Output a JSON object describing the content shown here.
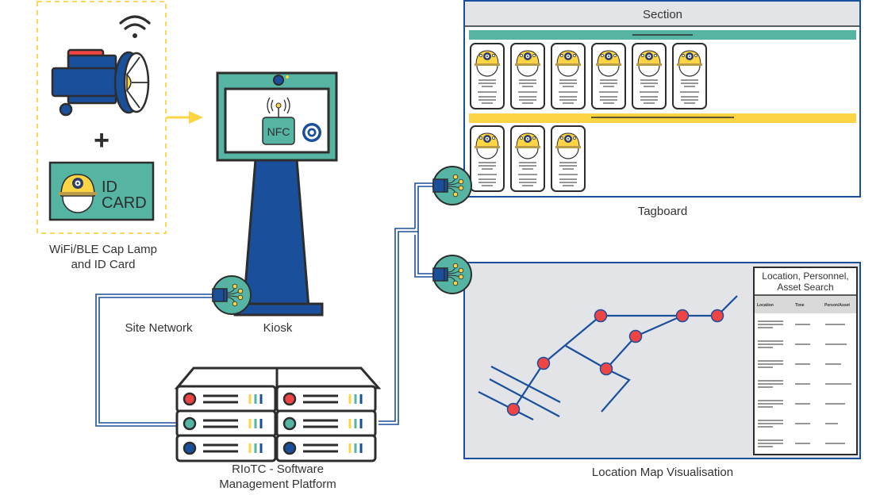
{
  "colors": {
    "blue": "#1a4f9c",
    "teal": "#55b4a2",
    "yellow": "#fdd444",
    "red": "#ef4444",
    "outline": "#2d2d2d",
    "panel_gray": "#e3e4e8"
  },
  "devices": {
    "label_line1": "WiFi/BLE Cap Lamp",
    "label_line2": "and  ID Card",
    "plus": "+",
    "id_card_line1": "ID",
    "id_card_line2": "CARD",
    "icons": [
      "wifi-icon",
      "cap-lamp-icon",
      "id-card-icon",
      "arrow-right-icon"
    ]
  },
  "kiosk": {
    "label": "Kiosk",
    "nfc_text": "NFC",
    "icons": [
      "camera-icon",
      "nfc-antenna-icon",
      "target-icon",
      "network-connector-icon"
    ]
  },
  "network": {
    "label": "Site Network"
  },
  "server": {
    "label_line1": "RIoTC - Software",
    "label_line2": "Management Platform",
    "units": 6
  },
  "tagboard": {
    "label": "Tagboard",
    "header": "Section",
    "groups": [
      {
        "color": "teal",
        "tag_count": 6
      },
      {
        "color": "yellow",
        "tag_count": 3
      }
    ]
  },
  "location_map": {
    "label": "Location Map Visualisation",
    "search_panel": {
      "title_line1": "Location, Personnel,",
      "title_line2": "Asset Search",
      "columns": [
        "Location",
        "Time",
        "Person/Asset"
      ],
      "row_count": 7
    }
  }
}
